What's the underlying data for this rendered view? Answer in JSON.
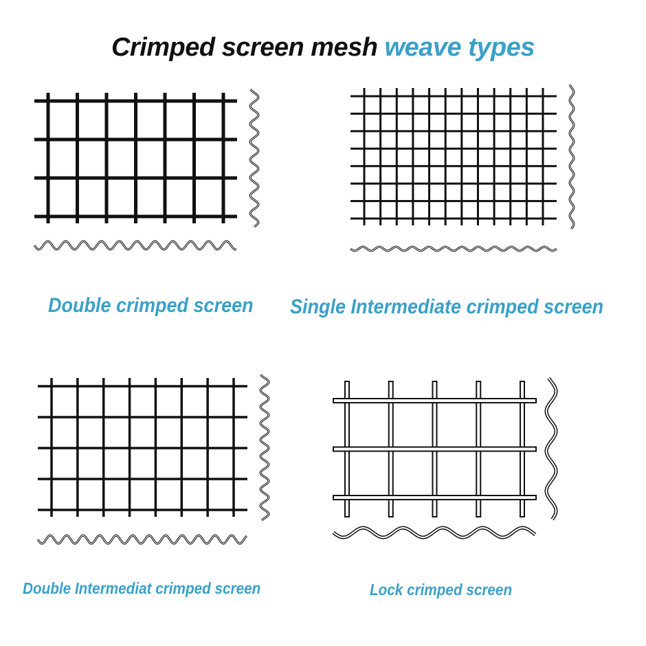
{
  "title": {
    "part1": "Crimped screen mesh",
    "part2": "weave types"
  },
  "colors": {
    "accent": "#3aa0c8",
    "ink": "#111111"
  },
  "panels": [
    {
      "label": "Double crimped screen"
    },
    {
      "label": "Single Intermediate crimped screen"
    },
    {
      "label": "Double Intermediat crimped screen"
    },
    {
      "label": "Lock crimped screen"
    }
  ]
}
